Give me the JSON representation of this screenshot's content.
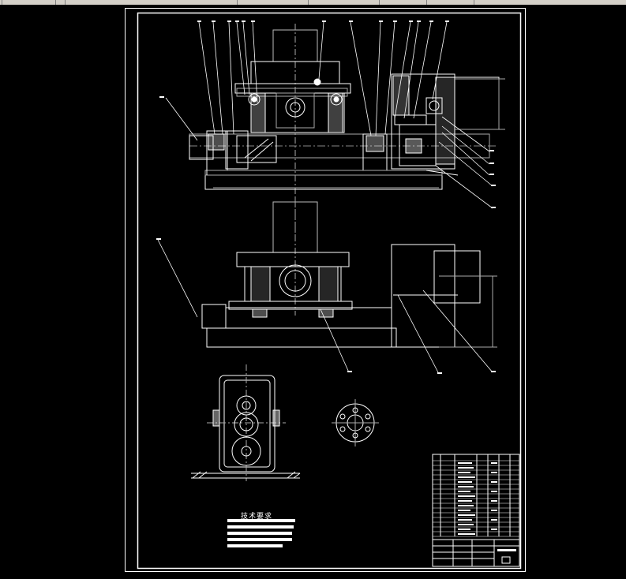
{
  "window": {
    "title": "",
    "toolbar_visible": true
  },
  "drawing": {
    "background": "#000000",
    "line_color": "#ffffff",
    "technical_requirements_title": "技术要求",
    "title_block": {
      "present": true
    },
    "views": [
      "front-section-view",
      "top-view",
      "side-section-view",
      "flange-detail-view"
    ],
    "leader_labels_unreadable": true
  }
}
